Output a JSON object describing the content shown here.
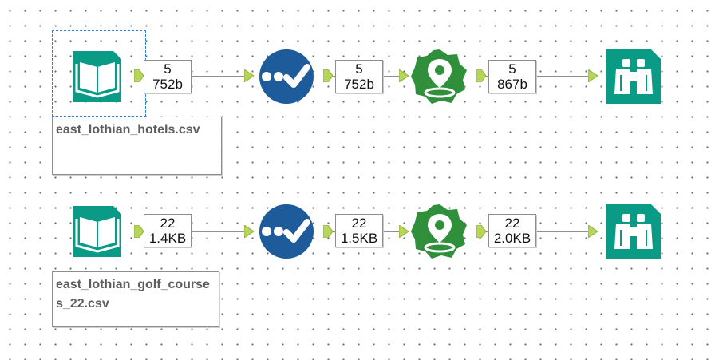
{
  "canvas": {
    "background": "#ffffff",
    "grid_dot_color": "#6b6b6b",
    "selection_color": "#2f7fd6"
  },
  "colors": {
    "input_tool": "#0a9b87",
    "select_tool": "#1d5b9b",
    "spatial_tool": "#2f8f3a",
    "browse_tool": "#0a9b87",
    "anchor": "#b6d65a",
    "connector": "#8f8f8f"
  },
  "workflows": [
    {
      "input_tool": {
        "icon": "book-icon",
        "annotation": "east_lothian_hotels.csv"
      },
      "select_tool": {
        "icon": "checkmark-icon"
      },
      "spatial_tool": {
        "icon": "map-pin-icon"
      },
      "browse_tool": {
        "icon": "binoculars-icon"
      },
      "connections": [
        {
          "records": "5",
          "size": "752b"
        },
        {
          "records": "5",
          "size": "752b"
        },
        {
          "records": "5",
          "size": "867b"
        }
      ]
    },
    {
      "input_tool": {
        "icon": "book-icon",
        "annotation": "east_lothian_golf_courses_22.csv"
      },
      "select_tool": {
        "icon": "checkmark-icon"
      },
      "spatial_tool": {
        "icon": "map-pin-icon"
      },
      "browse_tool": {
        "icon": "binoculars-icon"
      },
      "connections": [
        {
          "records": "22",
          "size": "1.4KB"
        },
        {
          "records": "22",
          "size": "1.5KB"
        },
        {
          "records": "22",
          "size": "2.0KB"
        }
      ]
    }
  ]
}
